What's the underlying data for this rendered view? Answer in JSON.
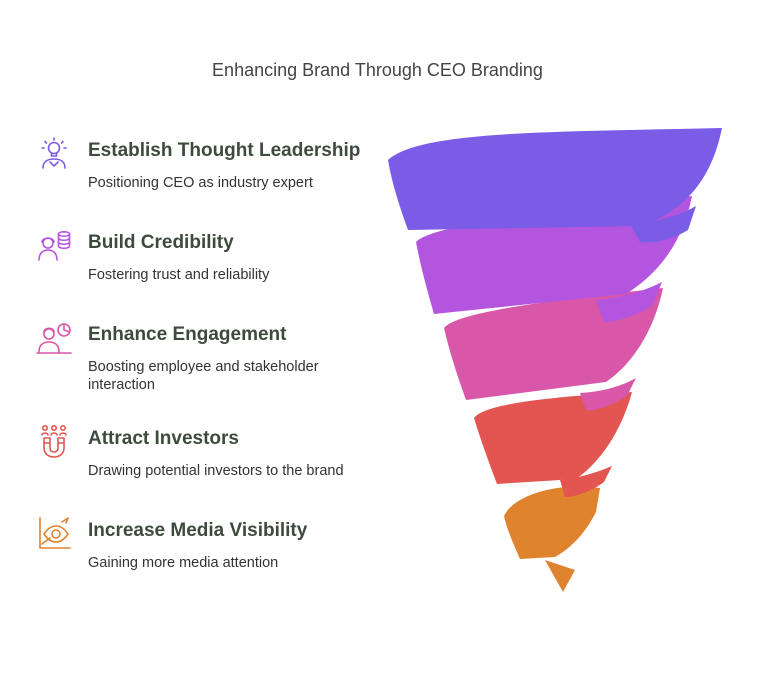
{
  "title": "Enhancing Brand Through CEO Branding",
  "colors": {
    "level1": "#7b5ce6",
    "level2": "#b455e0",
    "level3": "#d957a8",
    "level4": "#e25550",
    "level5": "#e0832e",
    "heading_text": "#3f4a3f"
  },
  "items": [
    {
      "heading": "Establish Thought Leadership",
      "description": "Positioning CEO as industry expert",
      "icon": "lightbulb-person-icon"
    },
    {
      "heading": "Build Credibility",
      "description": "Fostering trust and reliability",
      "icon": "person-coins-icon"
    },
    {
      "heading": "Enhance Engagement",
      "description": "Boosting employee and stakeholder interaction",
      "icon": "person-chart-icon"
    },
    {
      "heading": "Attract Investors",
      "description": "Drawing potential investors to the brand",
      "icon": "magnet-people-icon"
    },
    {
      "heading": "Increase Media Visibility",
      "description": "Gaining more media attention",
      "icon": "eye-growth-chart-icon"
    }
  ]
}
